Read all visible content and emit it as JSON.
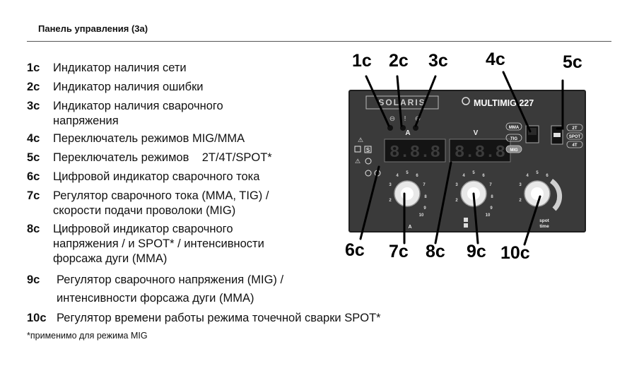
{
  "header": {
    "title": "Панель управления (3а)"
  },
  "legend": [
    {
      "num": "1c",
      "lines": [
        "Индикатор наличия сети"
      ]
    },
    {
      "num": "2c",
      "lines": [
        "Индикатор наличия ошибки"
      ]
    },
    {
      "num": "3c",
      "lines": [
        "Индикатор наличия сварочного",
        "напряжения"
      ]
    },
    {
      "num": "4c",
      "lines": [
        "Переключатель режимов MIG/MMA"
      ]
    },
    {
      "num": "5c",
      "lines": [
        "Переключатель режимов    2T/4T/SPOT*"
      ]
    },
    {
      "num": "6c",
      "lines": [
        "Цифровой индикатор сварочного тока"
      ]
    },
    {
      "num": "7c",
      "lines": [
        "Регулятор сварочного тока (MMA, TIG) /",
        "скорости подачи проволоки (MIG)"
      ]
    },
    {
      "num": "8c",
      "lines": [
        "Цифровой индикатор сварочного",
        "напряжения / и SPOT* / интенсивности",
        "форсажа дуги (MMA)"
      ]
    },
    {
      "num": "9c",
      "lines": [
        "Регулятор сварочного напряжения (MIG) /",
        "интенсивности форсажа дуги (MMA)"
      ]
    },
    {
      "num": "10c",
      "lines": [
        "Регулятор времени работы режима точечной сварки SPOT*"
      ]
    }
  ],
  "footnote": "*применимо для режима MIG",
  "panel": {
    "brand": "SOLARIS",
    "model": "MULTIMIG 227",
    "label_a": "A",
    "label_v": "V",
    "display_digits": "8.8.8",
    "mode_labels": [
      "MMA",
      "TIG",
      "MIG"
    ],
    "trigger_labels": [
      "2T",
      "SPOT",
      "4T"
    ],
    "knob_unit_a": "A",
    "spot_time_label_1": "spot",
    "spot_time_label_2": "time",
    "scale_numbers": [
      "2",
      "3",
      "4",
      "5",
      "6",
      "7",
      "8",
      "9",
      "10"
    ]
  },
  "callouts": [
    "1c",
    "2c",
    "3c",
    "4c",
    "5c",
    "6c",
    "7c",
    "8c",
    "9c",
    "10c"
  ],
  "colors": {
    "panel_bg": "#3a3a3a",
    "panel_frame": "#1f1f1f",
    "display_bg": "#141414",
    "leader": "#000000"
  }
}
